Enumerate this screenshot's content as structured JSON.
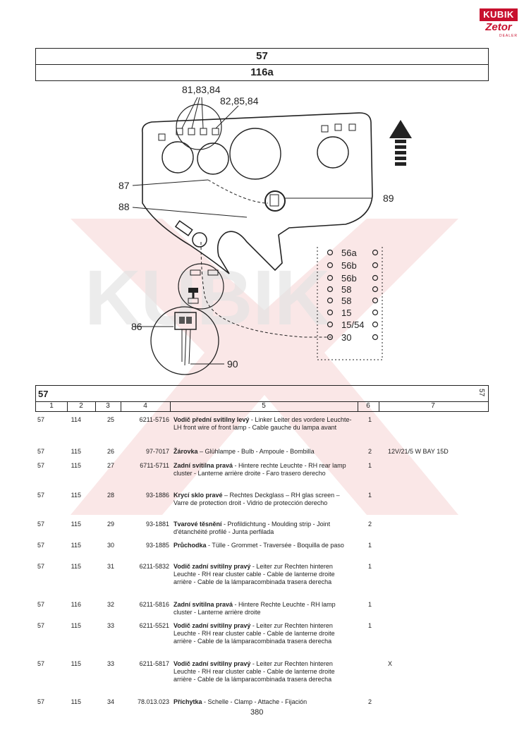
{
  "logo": {
    "brand": "KUBIK",
    "make": "Zetor",
    "tag": "DEALER"
  },
  "header": {
    "group": "57",
    "subgroup": "116a"
  },
  "diagram": {
    "callouts": {
      "c1": "81,83,84",
      "c2": "82,85,84",
      "c87": "87",
      "c88": "88",
      "c89": "89",
      "c86": "86",
      "c90": "90"
    },
    "terminals": [
      "56a",
      "56b",
      "56b",
      "58",
      "58",
      "15",
      "15/54",
      "30"
    ]
  },
  "table": {
    "group": "57",
    "group_right": "57",
    "columns": [
      "1",
      "2",
      "3",
      "4",
      "5",
      "6",
      "7"
    ],
    "rows": [
      {
        "c1": "57",
        "c2": "114",
        "c3": "25",
        "c4": "6211-5716",
        "title": "Vodič přední svítilny levý",
        "desc": " - Linker Leiter des vordere Leuchte- LH front wire of front lamp - Cable gauche du lampa avant",
        "c6": "1",
        "c7": ""
      },
      {
        "c1": "57",
        "c2": "115",
        "c3": "26",
        "c4": "97-7017",
        "title": "Žárovka",
        "desc": " – Glühlampe - Bulb - Ampoule - Bombilla",
        "c6": "2",
        "c7": "12V/21/5 W BAY 15D"
      },
      {
        "c1": "57",
        "c2": "115",
        "c3": "27",
        "c4": "6711-5711",
        "title": "Zadní svítilna pravá",
        "desc": " - Hintere rechte Leuchte - RH rear lamp cluster - Lanterne arrière droite - Faro trasero derecho",
        "c6": "1",
        "c7": ""
      },
      {
        "c1": "57",
        "c2": "115",
        "c3": "28",
        "c4": "93-1886",
        "title": "Krycí sklo pravé",
        "desc": " – Rechtes Deckglass – RH glas screen – Varre de protection droit - Vidrio de protección derecho",
        "c6": "1",
        "c7": ""
      },
      {
        "c1": "57",
        "c2": "115",
        "c3": "29",
        "c4": "93-1881",
        "title": "Tvarové těsnění",
        "desc": " - Profildichtung - Moulding strip - Joint d'étanchéité profilé - Junta perfilada",
        "c6": "2",
        "c7": ""
      },
      {
        "c1": "57",
        "c2": "115",
        "c3": "30",
        "c4": "93-1885",
        "title": "Průchodka",
        "desc": " - Tülle - Grommet - Traversée - Boquilla de paso",
        "c6": "1",
        "c7": ""
      },
      {
        "c1": "57",
        "c2": "115",
        "c3": "31",
        "c4": "6211-5832",
        "title": "Vodič zadní svítilny pravý",
        "desc": " - Leiter zur Rechten hinteren Leuchte - RH rear cluster cable - Cable de lanterne droite arrière - Cable de la lámparacombinada trasera derecha",
        "c6": "1",
        "c7": ""
      },
      {
        "c1": "57",
        "c2": "116",
        "c3": "32",
        "c4": "6211-5816",
        "title": "Zadní svítilna pravá",
        "desc": " - Hintere Rechte Leuchte - RH lamp cluster - Lanterne arrière droite",
        "c6": "1",
        "c7": ""
      },
      {
        "c1": "57",
        "c2": "115",
        "c3": "33",
        "c4": "6211-5521",
        "title": "Vodič zadní svítilny pravý",
        "desc": " - Leiter zur Rechten hinteren Leuchte - RH rear cluster cable - Cable de lanterne droite arrière - Cable de la lámparacombinada trasera derecha",
        "c6": "1",
        "c7": ""
      },
      {
        "c1": "57",
        "c2": "115",
        "c3": "33",
        "c4": "6211-5817",
        "title": "Vodič zadní svítilny pravý",
        "desc": " - Leiter zur Rechten hinteren Leuchte - RH rear cluster cable - Cable de lanterne droite arrière - Cable de la lámparacombinada trasera derecha",
        "c6": "",
        "c7": "X"
      },
      {
        "c1": "57",
        "c2": "115",
        "c3": "34",
        "c4": "78.013.023",
        "title": "Příchytka",
        "desc": " - Schelle - Clamp - Attache - Fijación",
        "c6": "2",
        "c7": ""
      }
    ]
  },
  "page_number": "380"
}
